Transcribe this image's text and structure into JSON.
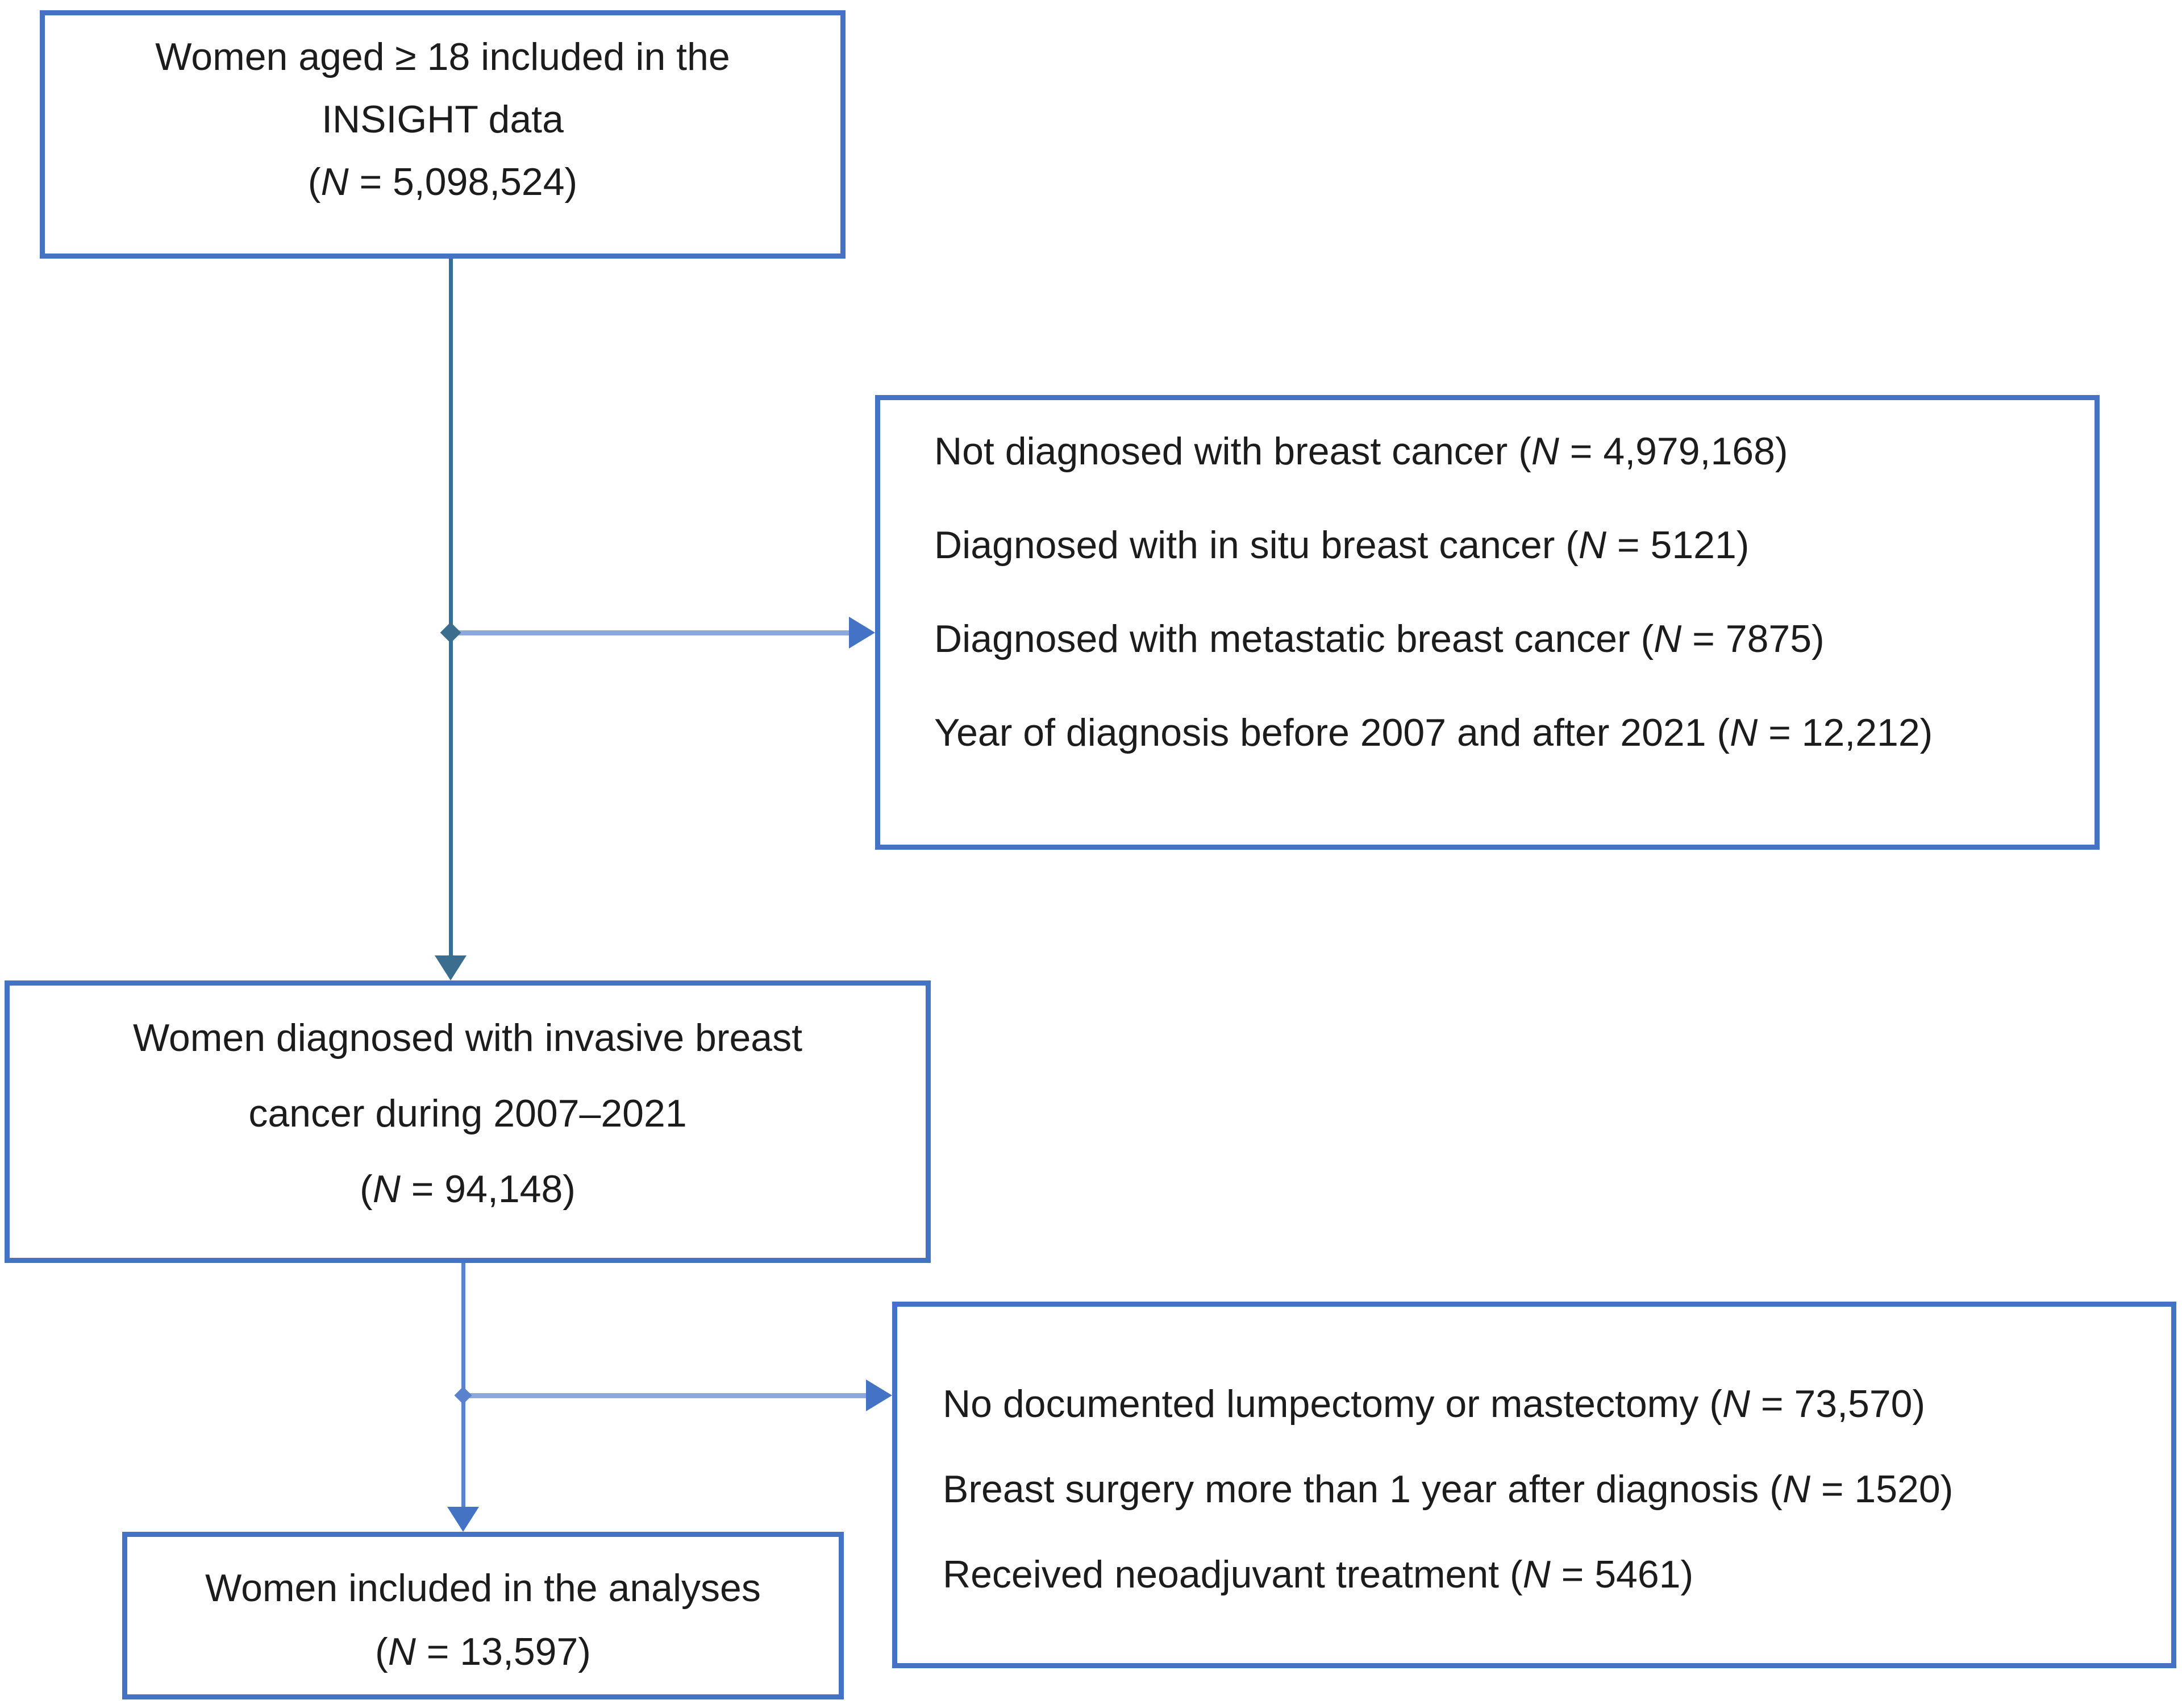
{
  "figure": {
    "boxes": {
      "population": {
        "lines": [
          {
            "pre": "Women aged ≥ 18 included in the"
          },
          {
            "pre": "INSIGHT data"
          },
          {
            "pre": "(",
            "n": "N",
            "post": " = 5,098,524)"
          }
        ]
      },
      "exclusions_first": {
        "lines": [
          {
            "pre": "Not diagnosed with breast cancer (",
            "n": "N",
            "post": " = 4,979,168)"
          },
          {
            "pre": "Diagnosed with in situ breast cancer (",
            "n": "N",
            "post": " = 5121)"
          },
          {
            "pre": "Diagnosed with metastatic breast cancer (",
            "n": "N",
            "post": " = 7875)"
          },
          {
            "pre": "Year of diagnosis before 2007 and after 2021 (",
            "n": "N",
            "post": " = 12,212)"
          }
        ]
      },
      "invasive": {
        "lines": [
          {
            "pre": "Women diagnosed with invasive breast"
          },
          {
            "pre": "cancer during 2007–2021"
          },
          {
            "pre": "(",
            "n": "N",
            "post": " = 94,148)"
          }
        ]
      },
      "exclusions_second": {
        "lines": [
          {
            "pre": "No documented lumpectomy or mastectomy (",
            "n": "N",
            "post": " = 73,570)"
          },
          {
            "pre": "Breast surgery more than 1 year after diagnosis (",
            "n": "N",
            "post": " = 1520)"
          },
          {
            "pre": "Received neoadjuvant treatment (",
            "n": "N",
            "post": " = 5461)"
          }
        ]
      },
      "analyses": {
        "lines": [
          {
            "pre": "Women included in the analyses"
          },
          {
            "pre": "(",
            "n": "N",
            "post": " = 13,597)"
          }
        ]
      }
    },
    "colors": {
      "background": "#ffffff",
      "text": "#1c1c1c",
      "box_border": "#4472c4",
      "connector_dark": "#3a6d8e",
      "connector_blue": "#5b83cd",
      "connector_light": "#8ca8dc",
      "arrow_blue": "#4472c4"
    }
  }
}
